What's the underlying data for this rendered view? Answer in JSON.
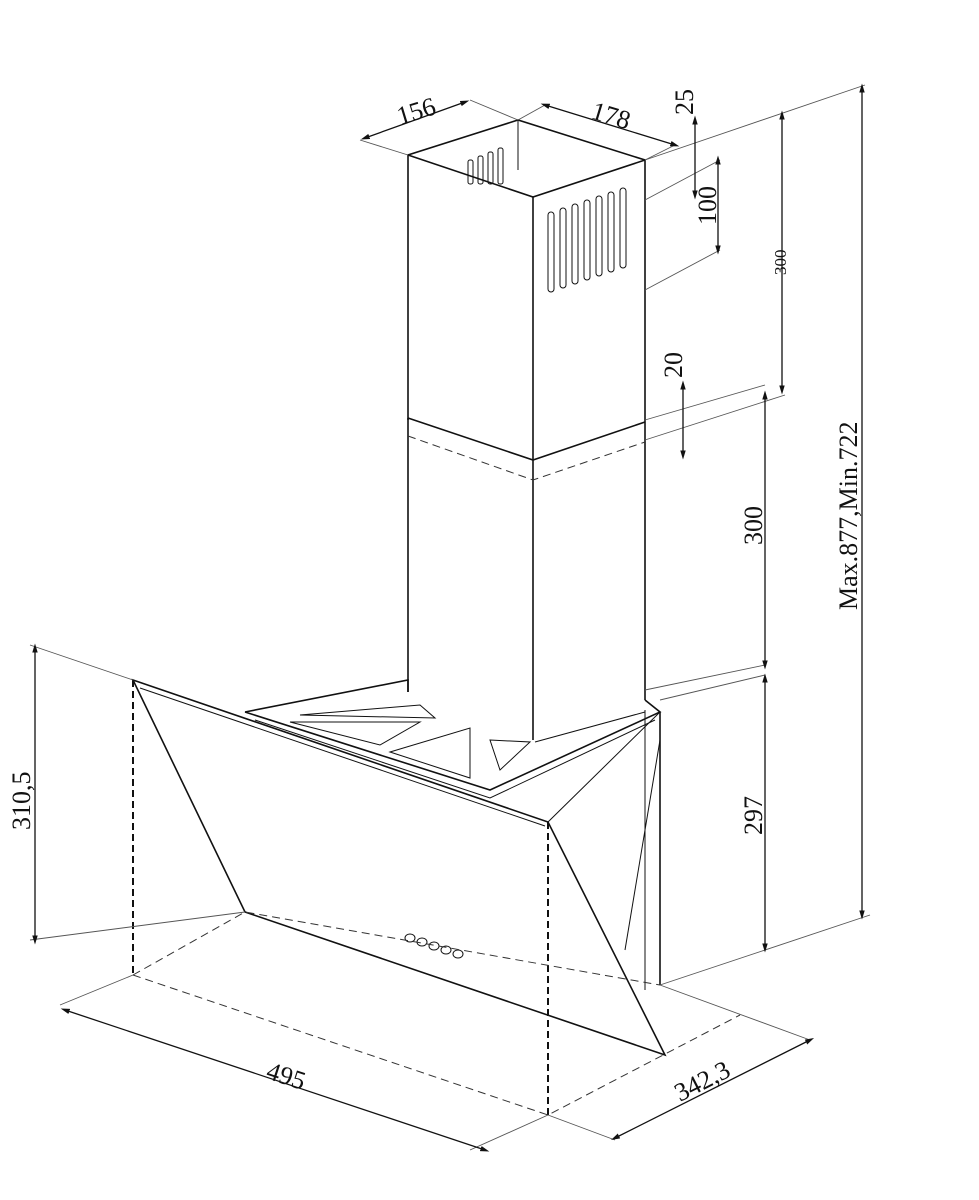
{
  "dimensions": {
    "chimney_depth": "156",
    "chimney_width": "178",
    "top_offset": "25",
    "vent_height": "100",
    "upper_chimney_height": "300",
    "overlap": "20",
    "lower_chimney_height": "300",
    "total_height": "Max.877,Min.722",
    "glass_height": "310,5",
    "body_height": "297",
    "width": "495",
    "depth": "342,3"
  }
}
